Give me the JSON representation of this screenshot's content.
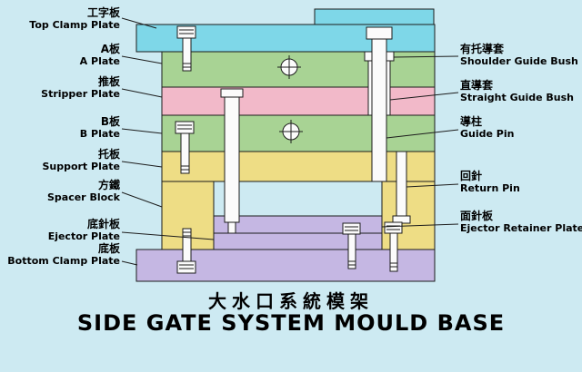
{
  "title": {
    "chinese": "大水口系統模架",
    "english": "SIDE GATE SYSTEM MOULD BASE"
  },
  "left_labels": [
    {
      "cn": "工字板",
      "en": "Top Clamp Plate"
    },
    {
      "cn": "A板",
      "en": "A Plate"
    },
    {
      "cn": "推板",
      "en": "Stripper Plate"
    },
    {
      "cn": "B板",
      "en": "B Plate"
    },
    {
      "cn": "托板",
      "en": "Support Plate"
    },
    {
      "cn": "方鐵",
      "en": "Spacer Block"
    },
    {
      "cn": "底針板",
      "en": "Ejector Plate"
    },
    {
      "cn": "底板",
      "en": "Bottom Clamp Plate"
    }
  ],
  "right_labels": [
    {
      "cn": "有托導套",
      "en": "Shoulder Guide Bush"
    },
    {
      "cn": "直導套",
      "en": "Straight Guide Bush"
    },
    {
      "cn": "導柱",
      "en": "Guide Pin"
    },
    {
      "cn": "回針",
      "en": "Return Pin"
    },
    {
      "cn": "面針板",
      "en": "Ejector Retainer Plate"
    }
  ],
  "colors": {
    "background": "#cdeaf2",
    "plate_cyan": "#7ed7e8",
    "plate_green": "#a8d394",
    "plate_pink": "#f2b9c9",
    "plate_yellow": "#eedd85",
    "plate_purple": "#c5b7e3",
    "part_white": "#fbfbfb",
    "outline": "#1c1c1c"
  }
}
